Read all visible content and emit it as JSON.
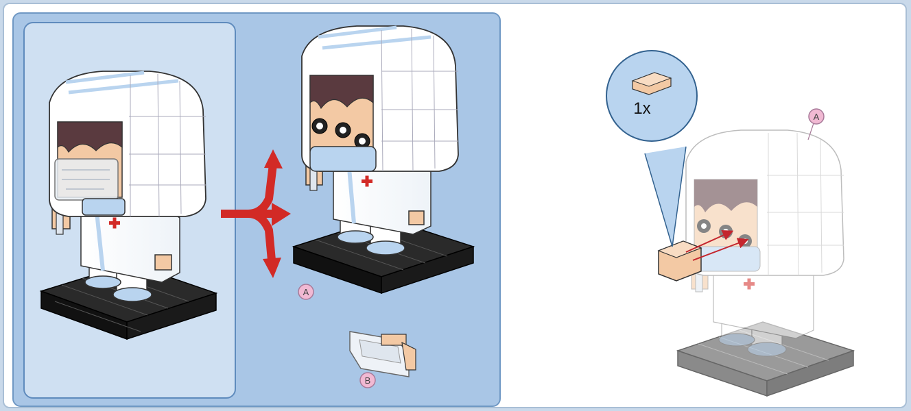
{
  "instructions": {
    "inset_figure": "finished-figure-preview",
    "result_figure": "figure-after-step",
    "callout": {
      "quantity_label": "1x",
      "part_color": "#f3c9a4"
    },
    "labels": {
      "option_a": "A",
      "option_b": "B",
      "step_marker_a": "A"
    },
    "colors": {
      "panel_blue": "#a9c6e6",
      "inset_blue": "#cfe0f2",
      "arrow_red": "#d22a26",
      "base_black": "#1a1a1a",
      "suit_white": "#ffffff",
      "visor_blue": "#b9d4ef",
      "label_pink": "#f1b9d3"
    }
  }
}
